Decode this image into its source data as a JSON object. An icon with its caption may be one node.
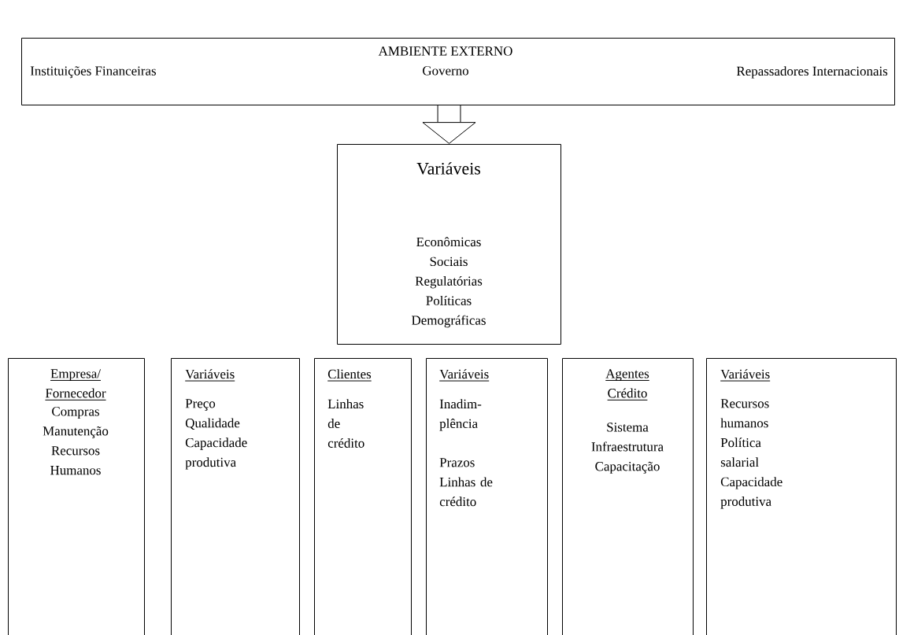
{
  "diagram": {
    "nodes": [
      {
        "text": [
          "AMBIENTE EXTERNO",
          "Instituições Financeiras",
          "Governo",
          "Repassadores Internacionais"
        ]
      },
      {
        "text": [
          "Variáveis",
          "Econômicas Sociais Regulatórias Políticas Demográficas"
        ]
      },
      {
        "text": [
          "Empresa/ Fornecedor",
          "Compras Manutenção Recursos Humanos"
        ]
      },
      {
        "text": [
          "Variáveis",
          "Preço Qualidade Capacidade produtiva"
        ]
      },
      {
        "text": [
          "Clientes",
          "Linhas de crédito"
        ]
      },
      {
        "text": [
          "Variáveis",
          "Inadim- plência",
          "Prazos Linhas de crédito"
        ]
      },
      {
        "text": [
          "Agentes Crédito",
          "Sistema Infraestrutura Capacitação"
        ]
      },
      {
        "text": [
          "Variáveis",
          "Recursos humanos Política salarial Capacidade produtiva"
        ]
      }
    ],
    "edges": [
      {
        "from": 0,
        "to": 1,
        "arrow": "to"
      }
    ]
  }
}
